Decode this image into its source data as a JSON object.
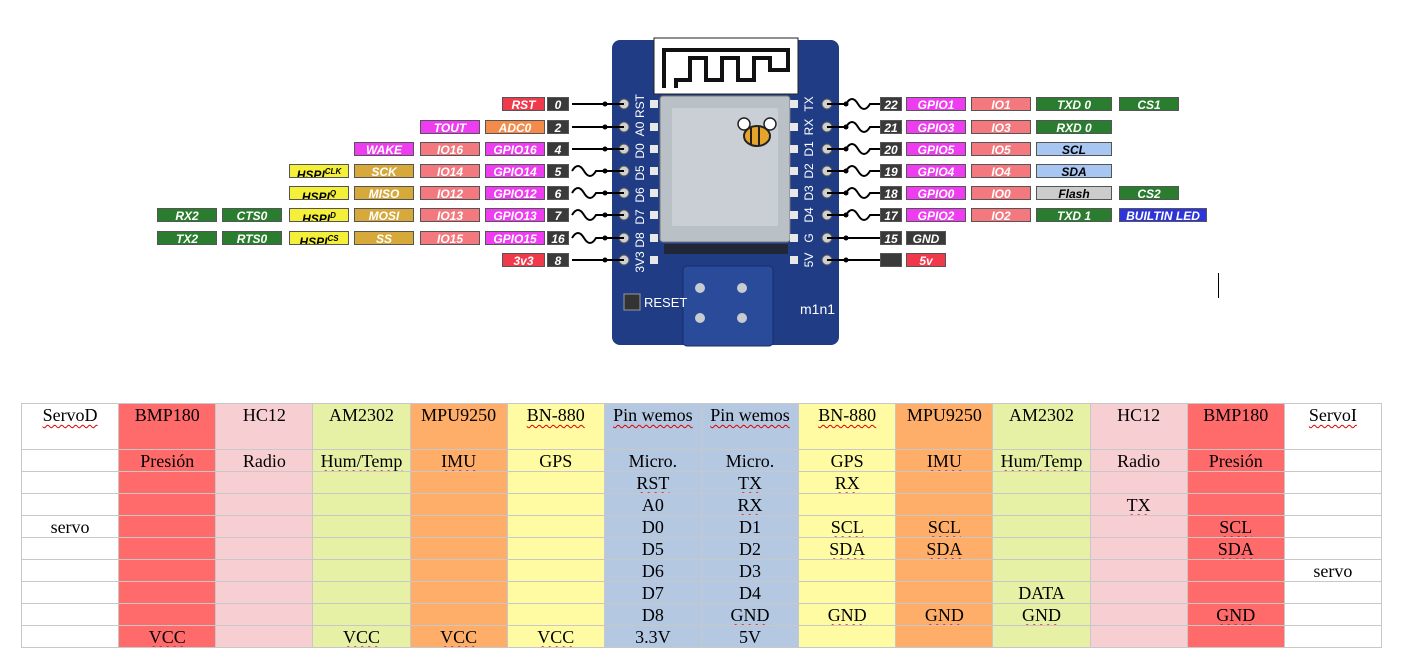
{
  "board": {
    "reset_label": "RESET",
    "logo_text": "m1n1"
  },
  "header_pins_left": [
    "RST",
    "A0",
    "D0",
    "D5",
    "D6",
    "D7",
    "D8",
    "3V3"
  ],
  "header_pins_right": [
    "TX",
    "RX",
    "D1",
    "D2",
    "D3",
    "D4",
    "G",
    "5V"
  ],
  "left_rows": [
    {
      "pin": "0",
      "labels": [
        {
          "t": "RST",
          "c": "red"
        }
      ]
    },
    {
      "pin": "2",
      "labels": [
        {
          "t": "ADC0",
          "c": "orange"
        },
        {
          "t": "TOUT",
          "c": "magenta"
        }
      ]
    },
    {
      "pin": "4",
      "labels": [
        {
          "t": "GPIO16",
          "c": "magenta"
        },
        {
          "t": "IO16",
          "c": "salmon"
        },
        {
          "t": "WAKE",
          "c": "magenta"
        }
      ]
    },
    {
      "pin": "5",
      "labels": [
        {
          "t": "GPIO14",
          "c": "magenta"
        },
        {
          "t": "IO14",
          "c": "salmon"
        },
        {
          "t": "SCK",
          "c": "gold"
        },
        {
          "t": "HSPI",
          "s": "CLK",
          "c": "yellow"
        }
      ]
    },
    {
      "pin": "6",
      "labels": [
        {
          "t": "GPIO12",
          "c": "magenta"
        },
        {
          "t": "IO12",
          "c": "salmon"
        },
        {
          "t": "MISO",
          "c": "gold"
        },
        {
          "t": "HSPI",
          "s": "Q",
          "c": "yellow"
        }
      ]
    },
    {
      "pin": "7",
      "labels": [
        {
          "t": "GPIO13",
          "c": "magenta"
        },
        {
          "t": "IO13",
          "c": "salmon"
        },
        {
          "t": "MOSI",
          "c": "gold"
        },
        {
          "t": "HSPI",
          "s": "D",
          "c": "yellow"
        },
        {
          "t": "CTS0",
          "c": "green"
        },
        {
          "t": "RX2",
          "c": "green"
        }
      ]
    },
    {
      "pin": "16",
      "labels": [
        {
          "t": "GPIO15",
          "c": "magenta"
        },
        {
          "t": "IO15",
          "c": "salmon"
        },
        {
          "t": "SS",
          "c": "gold"
        },
        {
          "t": "HSPI",
          "s": "CS",
          "c": "yellow"
        },
        {
          "t": "RTS0",
          "c": "green"
        },
        {
          "t": "TX2",
          "c": "green"
        }
      ]
    },
    {
      "pin": "8",
      "labels": [
        {
          "t": "3v3",
          "c": "red"
        }
      ]
    }
  ],
  "right_rows": [
    {
      "pin": "22",
      "labels": [
        {
          "t": "GPIO1",
          "c": "magenta"
        },
        {
          "t": "IO1",
          "c": "salmon"
        },
        {
          "t": "TXD 0",
          "c": "green"
        },
        {
          "t": "CS1",
          "c": "green"
        }
      ]
    },
    {
      "pin": "21",
      "labels": [
        {
          "t": "GPIO3",
          "c": "magenta"
        },
        {
          "t": "IO3",
          "c": "salmon"
        },
        {
          "t": "RXD 0",
          "c": "green"
        }
      ]
    },
    {
      "pin": "20",
      "labels": [
        {
          "t": "GPIO5",
          "c": "magenta"
        },
        {
          "t": "IO5",
          "c": "salmon"
        },
        {
          "t": "SCL",
          "c": "lightblue"
        }
      ]
    },
    {
      "pin": "19",
      "labels": [
        {
          "t": "GPIO4",
          "c": "magenta"
        },
        {
          "t": "IO4",
          "c": "salmon"
        },
        {
          "t": "SDA",
          "c": "lightblue"
        }
      ]
    },
    {
      "pin": "18",
      "labels": [
        {
          "t": "GPIO0",
          "c": "magenta"
        },
        {
          "t": "IO0",
          "c": "salmon"
        },
        {
          "t": "Flash",
          "c": "gray"
        },
        {
          "t": "CS2",
          "c": "green"
        }
      ]
    },
    {
      "pin": "17",
      "labels": [
        {
          "t": "GPIO2",
          "c": "magenta"
        },
        {
          "t": "IO2",
          "c": "salmon"
        },
        {
          "t": "TXD 1",
          "c": "green"
        },
        {
          "t": "BUILTIN LED",
          "c": "blue"
        }
      ]
    },
    {
      "pin": "15",
      "labels": [
        {
          "t": "GND",
          "c": "dark"
        }
      ]
    },
    {
      "pin": "",
      "labels": [
        {
          "t": "5v",
          "c": "red"
        }
      ]
    }
  ],
  "colors": {
    "red": "#f03a4c",
    "orange": "#f38b4a",
    "magenta": "#ee3df0",
    "salmon": "#f4797e",
    "gold": "#d6a93a",
    "yellow": "#f4f03a",
    "green": "#2a7d2e",
    "lightblue": "#a7c7f2",
    "gray": "#cccccc",
    "blue": "#2d35d8",
    "dark": "#3a3a3a"
  },
  "table": {
    "columns": [
      {
        "header": "ServoD",
        "sub": "",
        "bg": "#ffffff"
      },
      {
        "header": "BMP180",
        "sub": "Presión",
        "bg": "#ff6b6b"
      },
      {
        "header": "HC12",
        "sub": "Radio",
        "bg": "#f7cfd3"
      },
      {
        "header": "AM2302",
        "sub": "Hum/Temp",
        "bg": "#e6f1a6"
      },
      {
        "header": "MPU9250",
        "sub": "IMU",
        "bg": "#ffae6a"
      },
      {
        "header": "BN-880",
        "sub": "GPS",
        "bg": "#fffba3"
      },
      {
        "header": "Pin wemos",
        "sub": "Micro.",
        "bg": "#b4c8e1"
      },
      {
        "header": "Pin wemos",
        "sub": "Micro.",
        "bg": "#b4c8e1"
      },
      {
        "header": "BN-880",
        "sub": "GPS",
        "bg": "#fffba3"
      },
      {
        "header": "MPU9250",
        "sub": "IMU",
        "bg": "#ffae6a"
      },
      {
        "header": "AM2302",
        "sub": "Hum/Temp",
        "bg": "#e6f1a6"
      },
      {
        "header": "HC12",
        "sub": "Radio",
        "bg": "#f7cfd3"
      },
      {
        "header": "BMP180",
        "sub": "Presión",
        "bg": "#ff6b6b"
      },
      {
        "header": "ServoI",
        "sub": "",
        "bg": "#ffffff"
      }
    ],
    "rows": [
      [
        "",
        "",
        "",
        "",
        "",
        "",
        "RST",
        "TX",
        "RX",
        "",
        "",
        "",
        "",
        ""
      ],
      [
        "",
        "",
        "",
        "",
        "",
        "",
        "A0",
        "RX",
        "",
        "",
        "",
        "TX",
        "",
        ""
      ],
      [
        "servo",
        "",
        "",
        "",
        "",
        "",
        "D0",
        "D1",
        "SCL",
        "SCL",
        "",
        "",
        "SCL",
        ""
      ],
      [
        "",
        "",
        "",
        "",
        "",
        "",
        "D5",
        "D2",
        "SDA",
        "SDA",
        "",
        "",
        "SDA",
        ""
      ],
      [
        "",
        "",
        "",
        "",
        "",
        "",
        "D6",
        "D3",
        "",
        "",
        "",
        "",
        "",
        "servo"
      ],
      [
        "",
        "",
        "",
        "",
        "",
        "",
        "D7",
        "D4",
        "",
        "",
        "DATA",
        "",
        "",
        ""
      ],
      [
        "",
        "",
        "",
        "",
        "",
        "",
        "D8",
        "GND",
        "GND",
        "GND",
        "GND",
        "",
        "GND",
        ""
      ],
      [
        "",
        "VCC",
        "",
        "VCC",
        "VCC",
        "VCC",
        "3.3V",
        "5V",
        "",
        "",
        "",
        "",
        "",
        ""
      ]
    ]
  }
}
